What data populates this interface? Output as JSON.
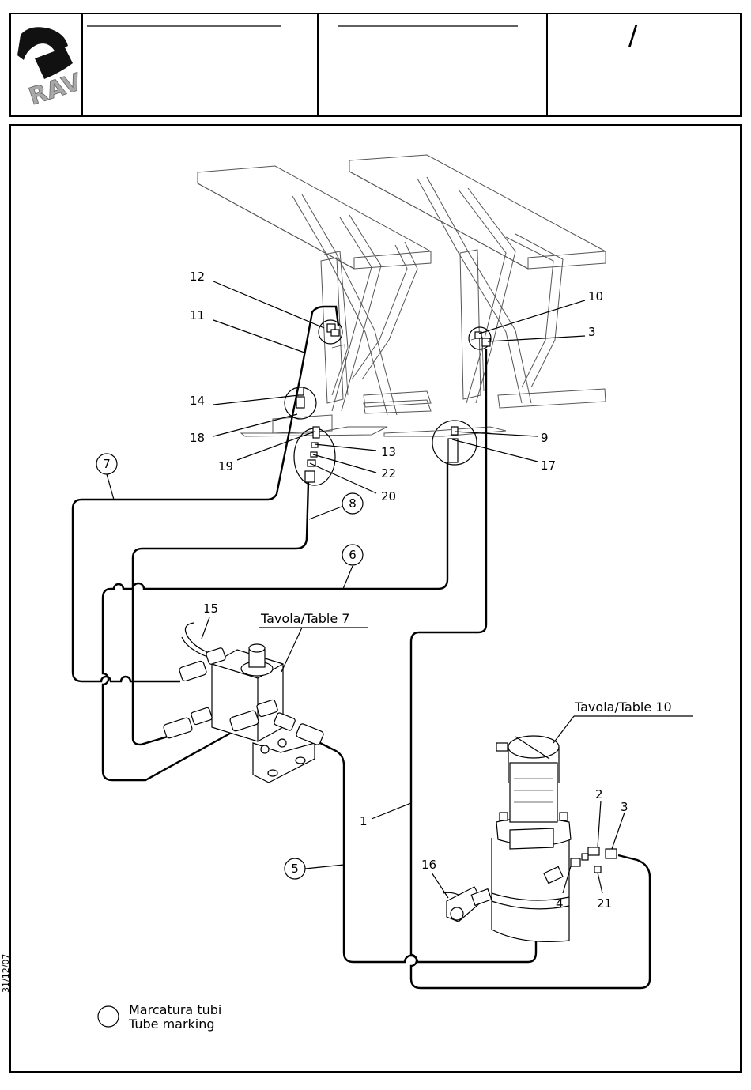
{
  "title_block": {
    "logo_text": "RAV",
    "revision_mark": "/"
  },
  "date_stamp": "31/12/07",
  "references": {
    "table_7": "Tavola/Table 7",
    "table_10": "Tavola/Table 10"
  },
  "legend": {
    "line1": "Marcatura tubi",
    "line2": "Tube marking"
  },
  "part_labels": [
    "12",
    "11",
    "14",
    "18",
    "19",
    "13",
    "22",
    "20",
    "10",
    "3",
    "9",
    "17",
    "15",
    "16",
    "2",
    "3",
    "4",
    "21",
    "1"
  ],
  "tube_markings": [
    "7",
    "8",
    "6",
    "5"
  ]
}
